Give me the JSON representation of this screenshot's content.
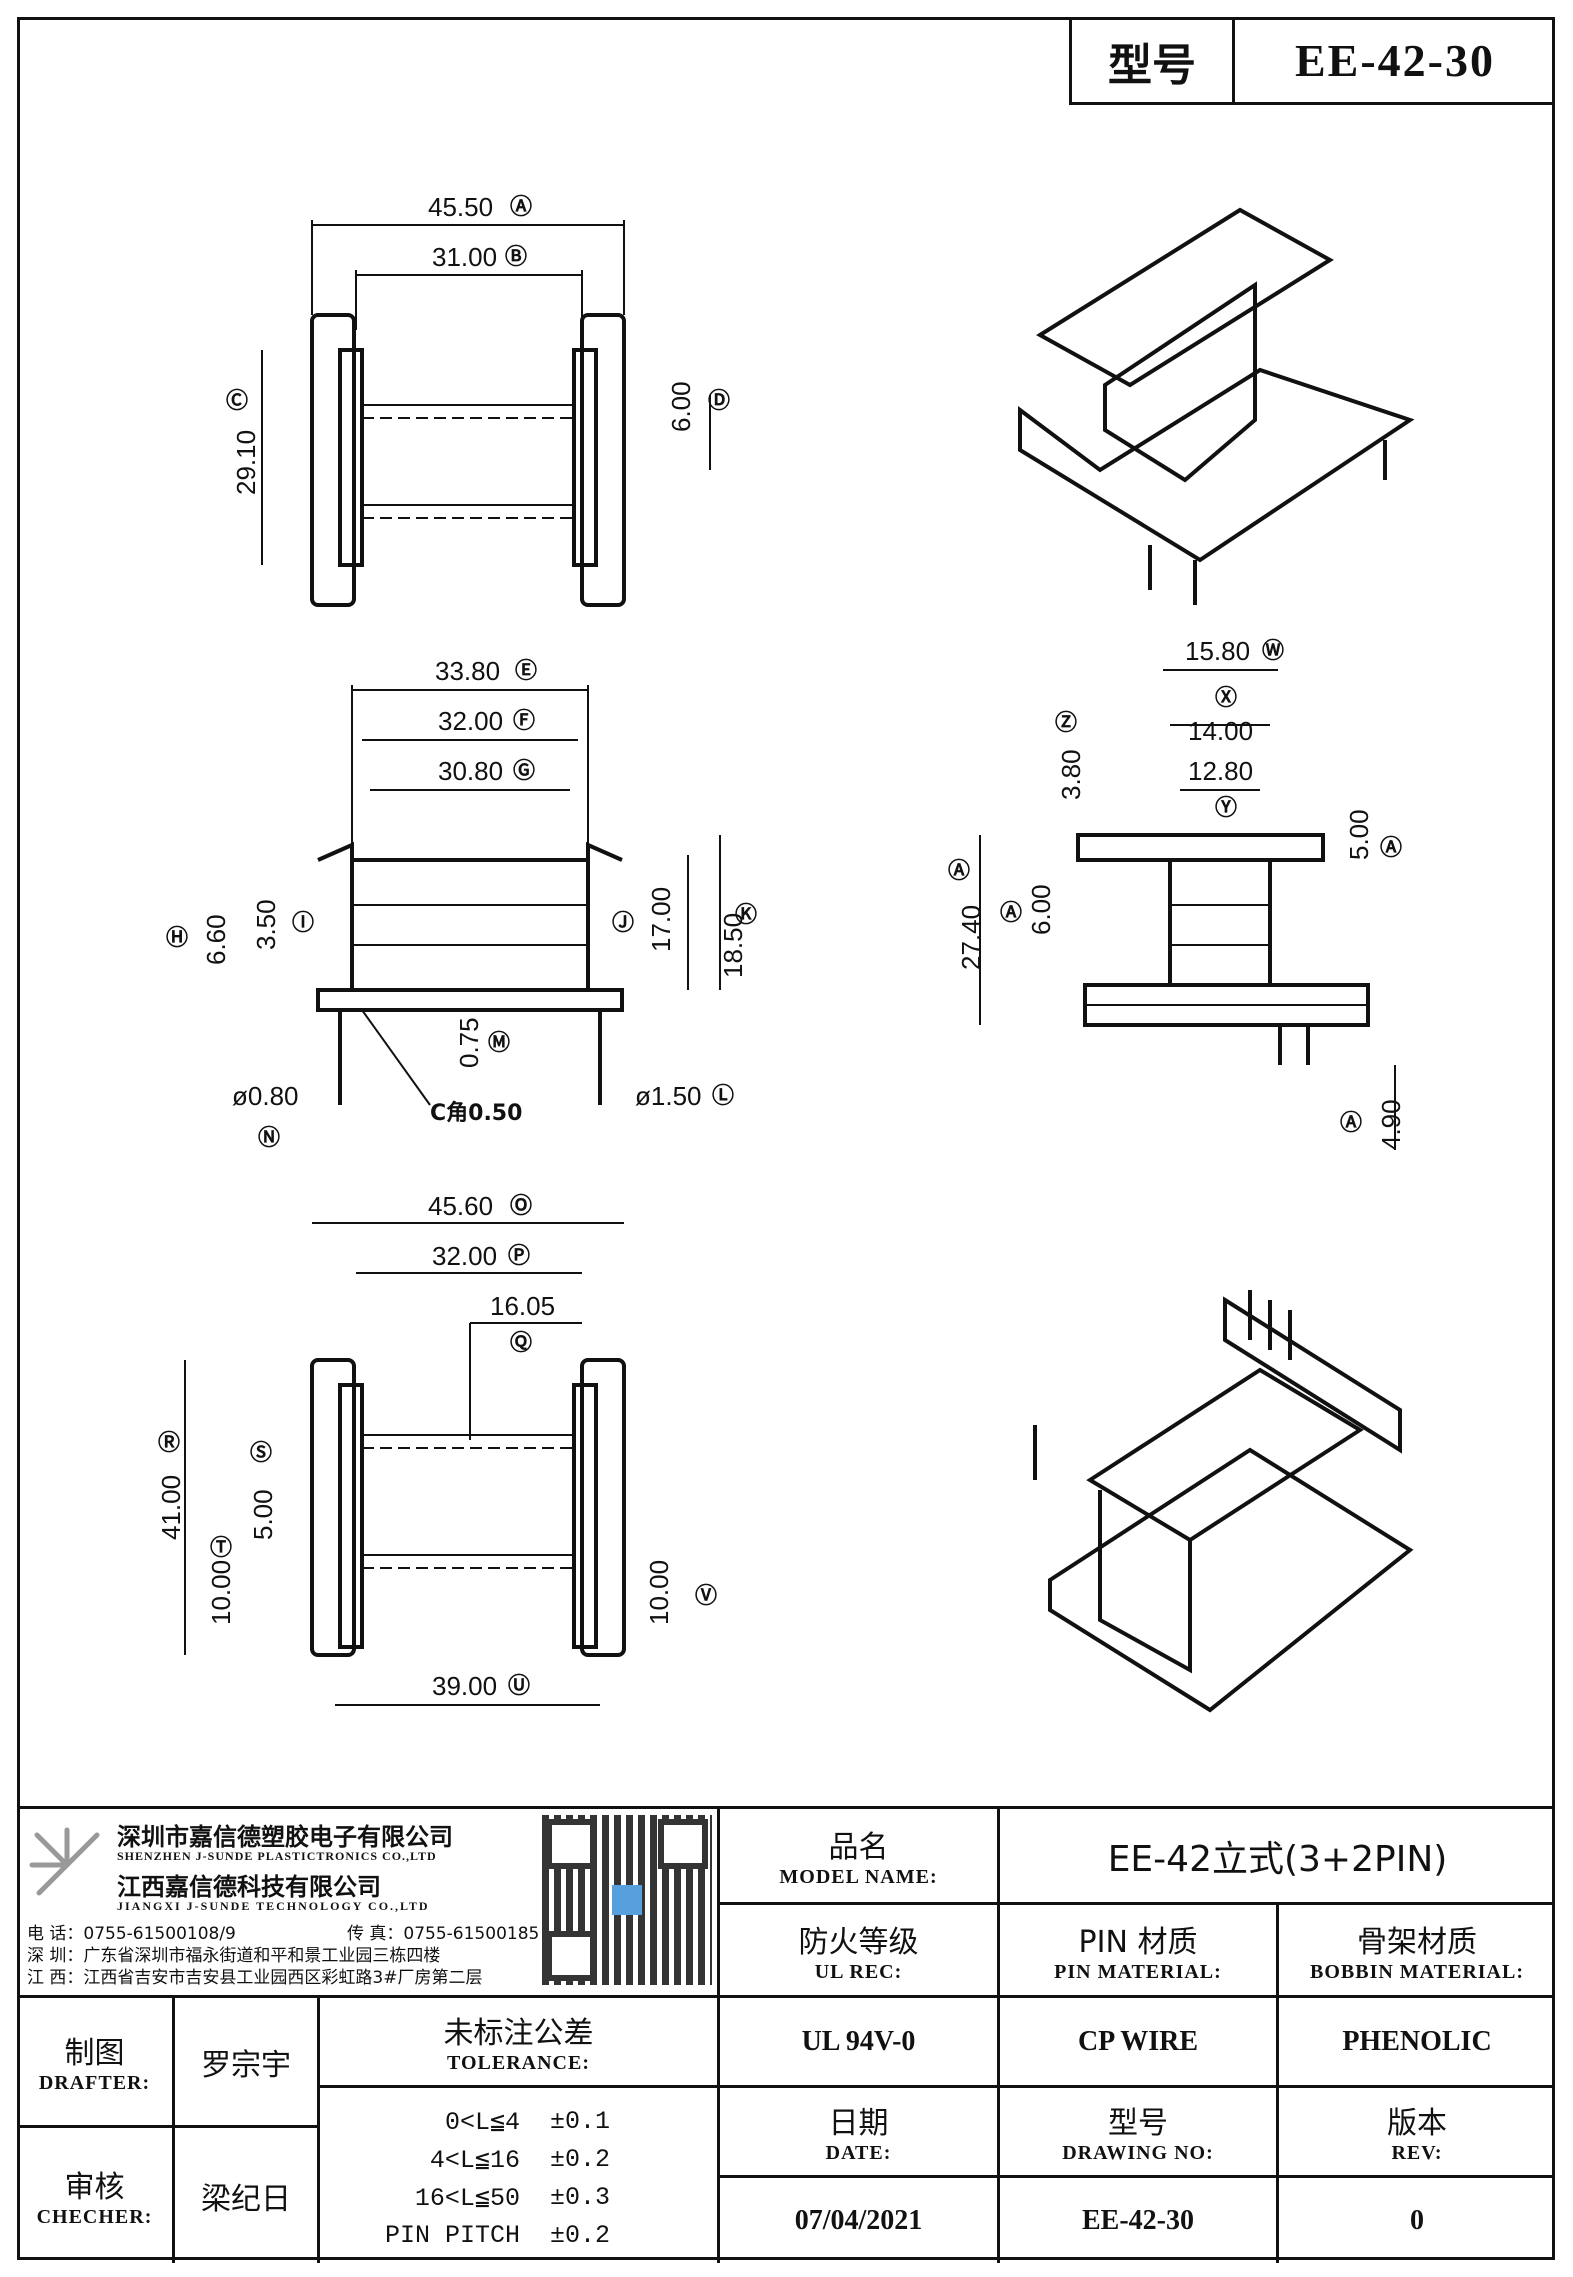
{
  "header": {
    "type_label": "型号",
    "type_value": "EE-42-30"
  },
  "dims": {
    "A": "45.50",
    "B": "31.00",
    "C": "29.10",
    "D": "6.00",
    "E": "33.80",
    "F": "32.00",
    "G": "30.80",
    "H": "6.60",
    "I": "3.50",
    "J": "17.00",
    "K": "18.50",
    "L": "ø1.50",
    "M": "0.75",
    "N": "ø0.80",
    "chamfer": "C角0.50",
    "W": "15.80",
    "X": "14.00",
    "Y": "12.80",
    "Z": "3.80",
    "A1": "27.40",
    "A2": "6.00",
    "A3": "5.00",
    "A4": "4.90",
    "O": "45.60",
    "P": "32.00",
    "Q": "16.05",
    "R": "41.00",
    "S": "5.00",
    "T": "10.00",
    "U": "39.00",
    "V": "10.00"
  },
  "company": {
    "name_sz": "深圳市嘉信德塑胶电子有限公司",
    "name_sz_en": "SHENZHEN J-SUNDE PLASTICTRONICS CO.,LTD",
    "name_jx": "江西嘉信德科技有限公司",
    "name_jx_en": "JIANGXI J-SUNDE TECHNOLOGY CO.,LTD",
    "tel": "电 话：0755-61500108/9",
    "fax": "传 真：0755-61500185",
    "addr_sz": "深 圳：广东省深圳市福永街道和平和景工业园三栋四楼",
    "addr_jx": "江 西：江西省吉安市吉安县工业园西区彩虹路3#厂房第二层"
  },
  "title_block": {
    "model_name_zh": "品名",
    "model_name_en": "MODEL NAME:",
    "model_name_value": "EE-42立式(3+2PIN)",
    "ul_zh": "防火等级",
    "ul_en": "UL REC:",
    "ul_value": "UL 94V-0",
    "pin_zh": "PIN 材质",
    "pin_en": "PIN MATERIAL:",
    "pin_value": "CP WIRE",
    "bobbin_zh": "骨架材质",
    "bobbin_en": "BOBBIN MATERIAL:",
    "bobbin_value": "PHENOLIC",
    "date_zh": "日期",
    "date_en": "DATE:",
    "date_value": "07/04/2021",
    "drawing_zh": "型号",
    "drawing_en": "DRAWING NO:",
    "drawing_value": "EE-42-30",
    "rev_zh": "版本",
    "rev_en": "REV:",
    "rev_value": "0",
    "drafter_zh": "制图",
    "drafter_en": "DRAFTER:",
    "drafter_name": "罗宗宇",
    "checker_zh": "审核",
    "checker_en": "CHECHER:",
    "checker_name": "梁纪日",
    "tol_zh": "未标注公差",
    "tol_en": "TOLERANCE:",
    "tolerances": [
      {
        "range": "0<L≦4",
        "tol": "±0.1"
      },
      {
        "range": "4<L≦16",
        "tol": "±0.2"
      },
      {
        "range": "16<L≦50",
        "tol": "±0.3"
      },
      {
        "range": "PIN PITCH",
        "tol": "±0.2"
      }
    ]
  }
}
